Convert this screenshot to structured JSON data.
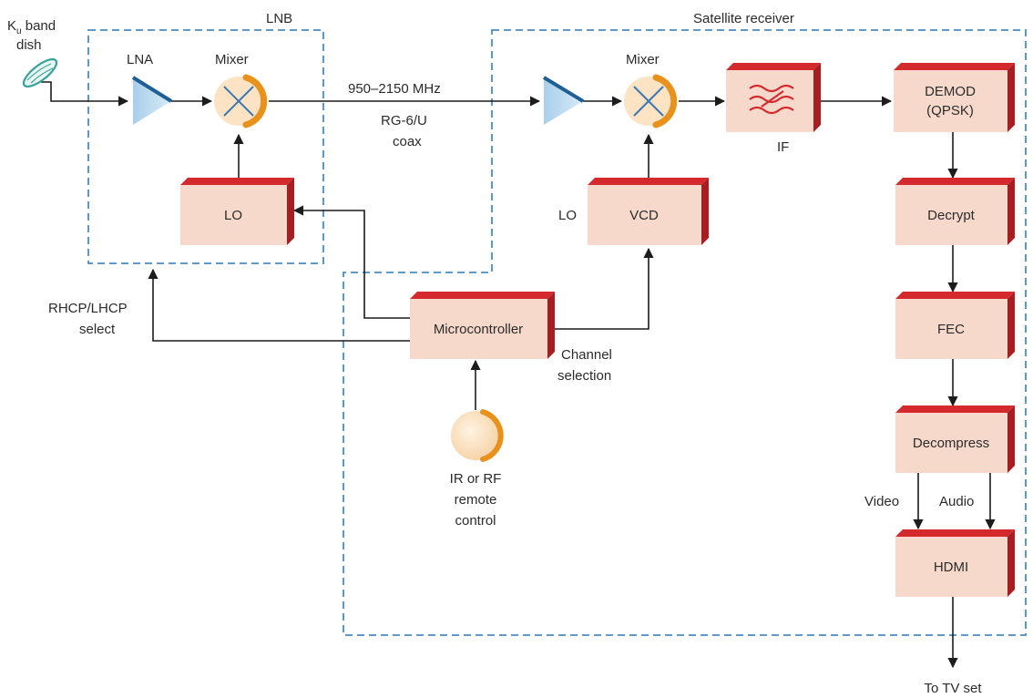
{
  "labels": {
    "dish_line1_base": "K",
    "dish_line1_sub": "u",
    "dish_line1_rest": " band",
    "dish_line2": "dish",
    "lnb": "LNB",
    "lna": "LNA",
    "mixer1": "Mixer",
    "freq": "950–2150 MHz",
    "coax1": "RG-6/U",
    "coax2": "coax",
    "satellite_receiver": "Satellite receiver",
    "mixer2": "Mixer",
    "if": "IF",
    "lo_prefix": "LO",
    "rhcp1": "RHCP/LHCP",
    "rhcp2": "select",
    "channel1": "Channel",
    "channel2": "selection",
    "remote1": "IR or RF",
    "remote2": "remote",
    "remote3": "control",
    "video": "Video",
    "audio": "Audio",
    "to_tv": "To TV set"
  },
  "blocks": {
    "lo": "LO",
    "vcd": "VCD",
    "microcontroller": "Microcontroller",
    "demod1": "DEMOD",
    "demod2": "(QPSK)",
    "decrypt": "Decrypt",
    "fec": "FEC",
    "decompress": "Decompress",
    "hdmi": "HDMI"
  },
  "colors": {
    "block_fill": "#f7d9cb",
    "block_red": "#d42a2e",
    "block_red_dark": "#a81d22",
    "dashed_border": "#4a8cc0",
    "amplifier_fill": "#b9d9ef",
    "amplifier_edge": "#1f5f95",
    "mixer_arc": "#e8921b",
    "mixer_fill": "#fbe3c4",
    "mixer_cross": "#3a78b5",
    "dish_color": "#3aa39a",
    "remote_fill": "#fbe3c4",
    "wire": "#1c1c1c"
  }
}
